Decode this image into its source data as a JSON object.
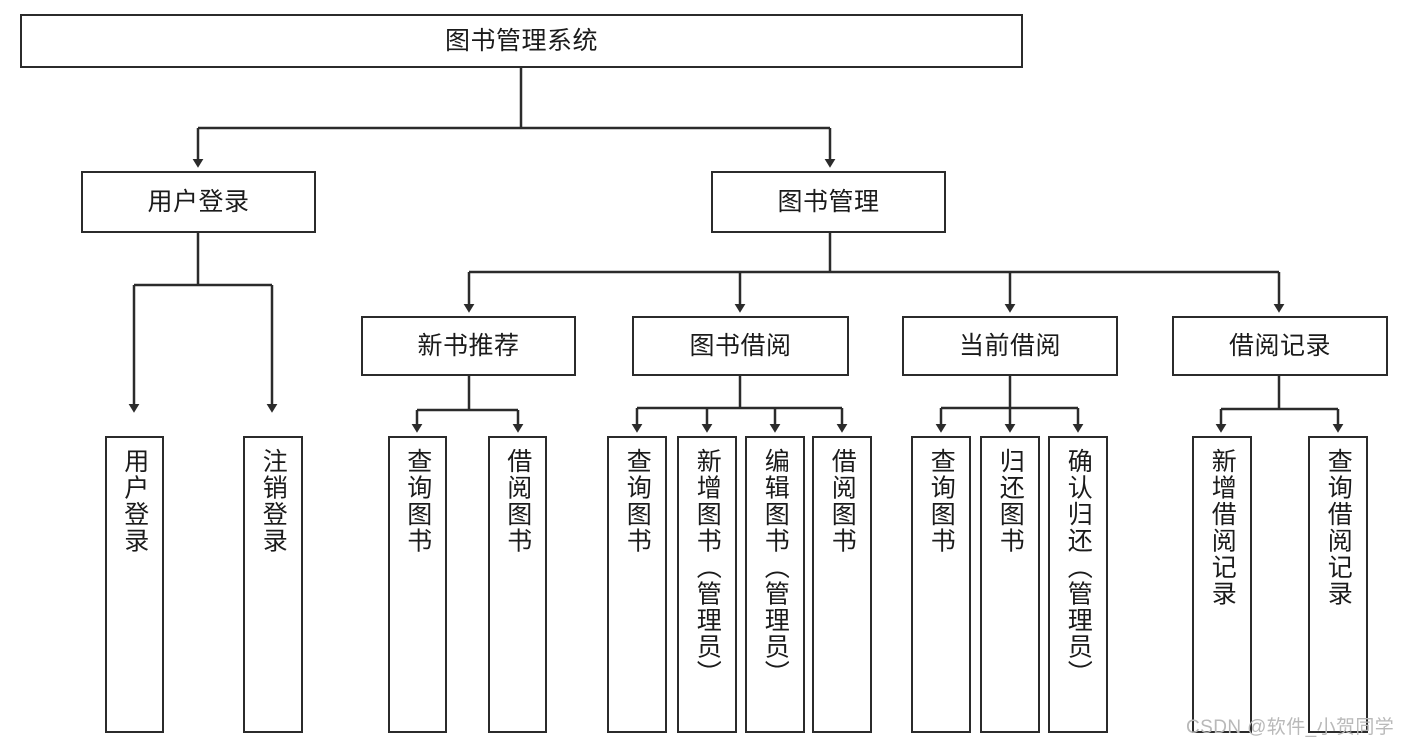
{
  "diagram": {
    "title": "图书管理系统",
    "type": "hierarchy-tree",
    "root": {
      "label": "图书管理系统"
    },
    "level2": [
      {
        "label": "用户登录"
      },
      {
        "label": "图书管理"
      }
    ],
    "level3": [
      {
        "label": "新书推荐"
      },
      {
        "label": "图书借阅"
      },
      {
        "label": "当前借阅"
      },
      {
        "label": "借阅记录"
      }
    ],
    "leaves_user_login": [
      {
        "label": "用户登录"
      },
      {
        "label": "注销登录"
      }
    ],
    "leaves_new_book": [
      {
        "label": "查询图书"
      },
      {
        "label": "借阅图书"
      }
    ],
    "leaves_borrow": [
      {
        "label": "查询图书"
      },
      {
        "label": "新增图书（管理员）"
      },
      {
        "label": "编辑图书（管理员）"
      },
      {
        "label": "借阅图书"
      }
    ],
    "leaves_current": [
      {
        "label": "查询图书"
      },
      {
        "label": "归还图书"
      },
      {
        "label": "确认归还（管理员）"
      }
    ],
    "leaves_records": [
      {
        "label": "新增借阅记录"
      },
      {
        "label": "查询借阅记录"
      }
    ]
  },
  "watermark": {
    "text": "CSDN @软件_小贺同学"
  },
  "colors": {
    "stroke": "#2b2b2b",
    "background": "#ffffff",
    "text": "#1b1b1b",
    "watermark": "#b9b9b9"
  }
}
